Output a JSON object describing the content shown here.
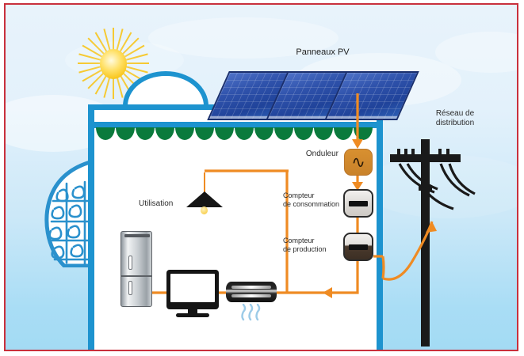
{
  "diagram": {
    "title_visible": false,
    "language": "fr",
    "border_color": "#c9303c",
    "sky_color": "#cbe8f8",
    "house_outline_color": "#1d93cf",
    "wire_color": "#ef8b23",
    "awning_color": "#0a7a3c",
    "panel_color": "#2f52ab",
    "labels": {
      "panels": "Panneaux PV",
      "grid": "Réseau de\ndistribution",
      "inverter": "Onduleur",
      "consumption_meter": "Compteur\nde consommation",
      "production_meter": "Compteur\nde production",
      "usage": "Utilisation"
    },
    "components": [
      {
        "name": "sun",
        "icon": "sun-icon",
        "label": ""
      },
      {
        "name": "pv-panels",
        "icon": "solar-panel-icon",
        "label": "Panneaux PV",
        "count": 3
      },
      {
        "name": "inverter",
        "icon": "inverter-icon",
        "label": "Onduleur",
        "glyph": "∿",
        "color": "#c9822a"
      },
      {
        "name": "consumption-meter",
        "icon": "electric-meter-icon",
        "label": "Compteur de consommation",
        "color": "#dedbd7"
      },
      {
        "name": "production-meter",
        "icon": "electric-meter-icon",
        "label": "Compteur de production",
        "color": "#3c2f24"
      },
      {
        "name": "utility-pole",
        "icon": "utility-pole-icon",
        "label": "Réseau de distribution",
        "color": "#1a1a1a"
      },
      {
        "name": "lamp",
        "icon": "pendant-lamp-icon",
        "label": "Utilisation"
      },
      {
        "name": "refrigerator",
        "icon": "refrigerator-icon",
        "label": ""
      },
      {
        "name": "television",
        "icon": "television-icon",
        "label": ""
      },
      {
        "name": "air-conditioner",
        "icon": "air-conditioner-icon",
        "label": ""
      }
    ],
    "inverter_glyph": "∿",
    "flow_arrows": [
      {
        "from": "pv-panels",
        "to": "inverter",
        "direction": "down"
      },
      {
        "from": "inverter",
        "to": "consumption-meter",
        "direction": "down"
      },
      {
        "from": "production-meter",
        "to": "house-circuit",
        "direction": "left"
      },
      {
        "from": "house",
        "to": "utility-pole",
        "direction": "up-right"
      }
    ]
  }
}
